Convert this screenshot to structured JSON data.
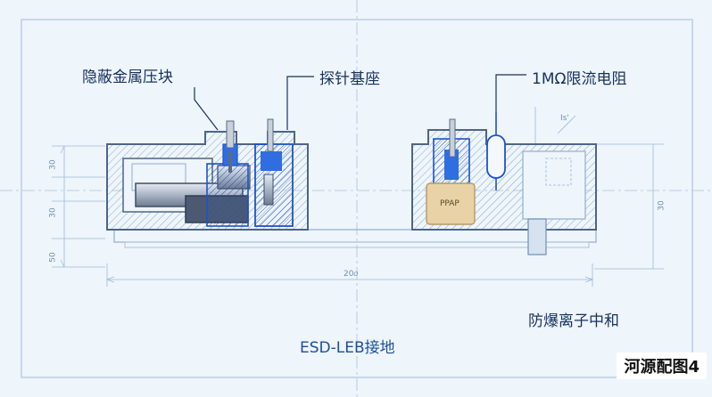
{
  "labels": {
    "shield_block": "隐蔽金属压块",
    "probe_seat": "探针基座",
    "resistor": "1MΩ限流电阻",
    "ionizer": "防爆离子中和",
    "ground": "ESD-LEB接地"
  },
  "figure_tag": "河源配图4",
  "component_text": "PPAP",
  "dimensions": {
    "d30_a": "30",
    "d30_b": "30",
    "d50": "50",
    "d30_right": "30",
    "d200": "20𝑜",
    "angle": "Is'"
  },
  "colors": {
    "background": "#eef5fb",
    "line": "#9db8d9",
    "body_dark": "#4d6587",
    "accent_blue": "#2f6ee0",
    "ppap": "#e8d2a6",
    "label": "#17325e"
  }
}
